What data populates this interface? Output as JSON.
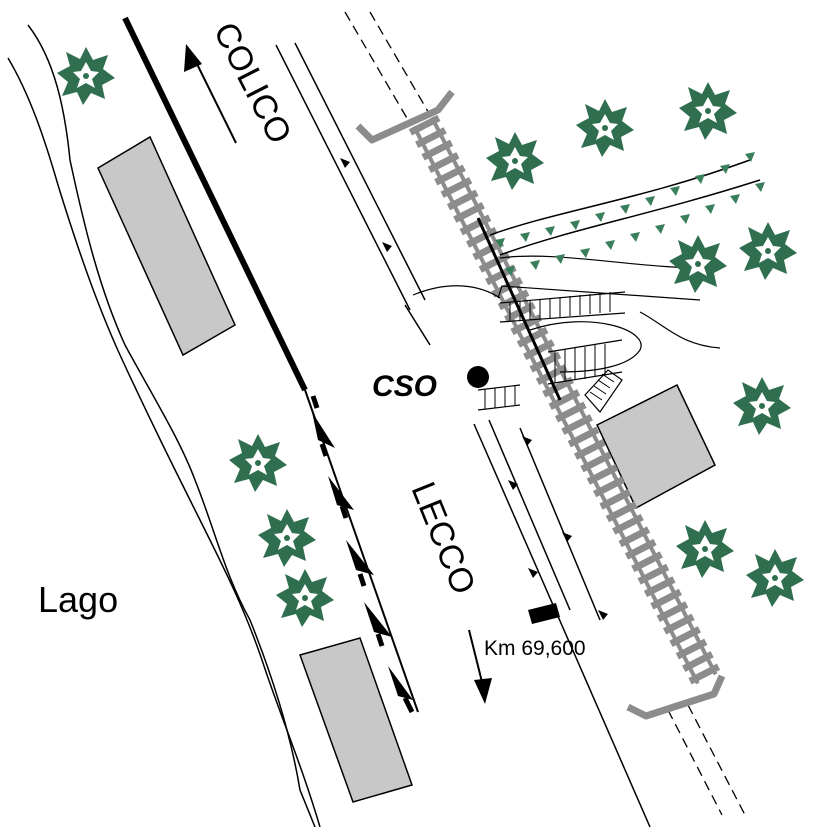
{
  "labels": {
    "north_direction": "COLICO",
    "south_direction": "LECCO",
    "lake": "Lago",
    "station": "CSO",
    "kilometre": "Km 69,600"
  },
  "colors": {
    "tree_foliage": "#2f6e4e",
    "building_fill": "#c8c8c8",
    "rail_track": "#8c8c8c",
    "vegetation_ticks": "#3a7f5c",
    "line": "#000000"
  },
  "icons": {
    "tree": "tree-icon",
    "direction_arrow": "arrow-icon",
    "station_marker": "dot-icon"
  }
}
